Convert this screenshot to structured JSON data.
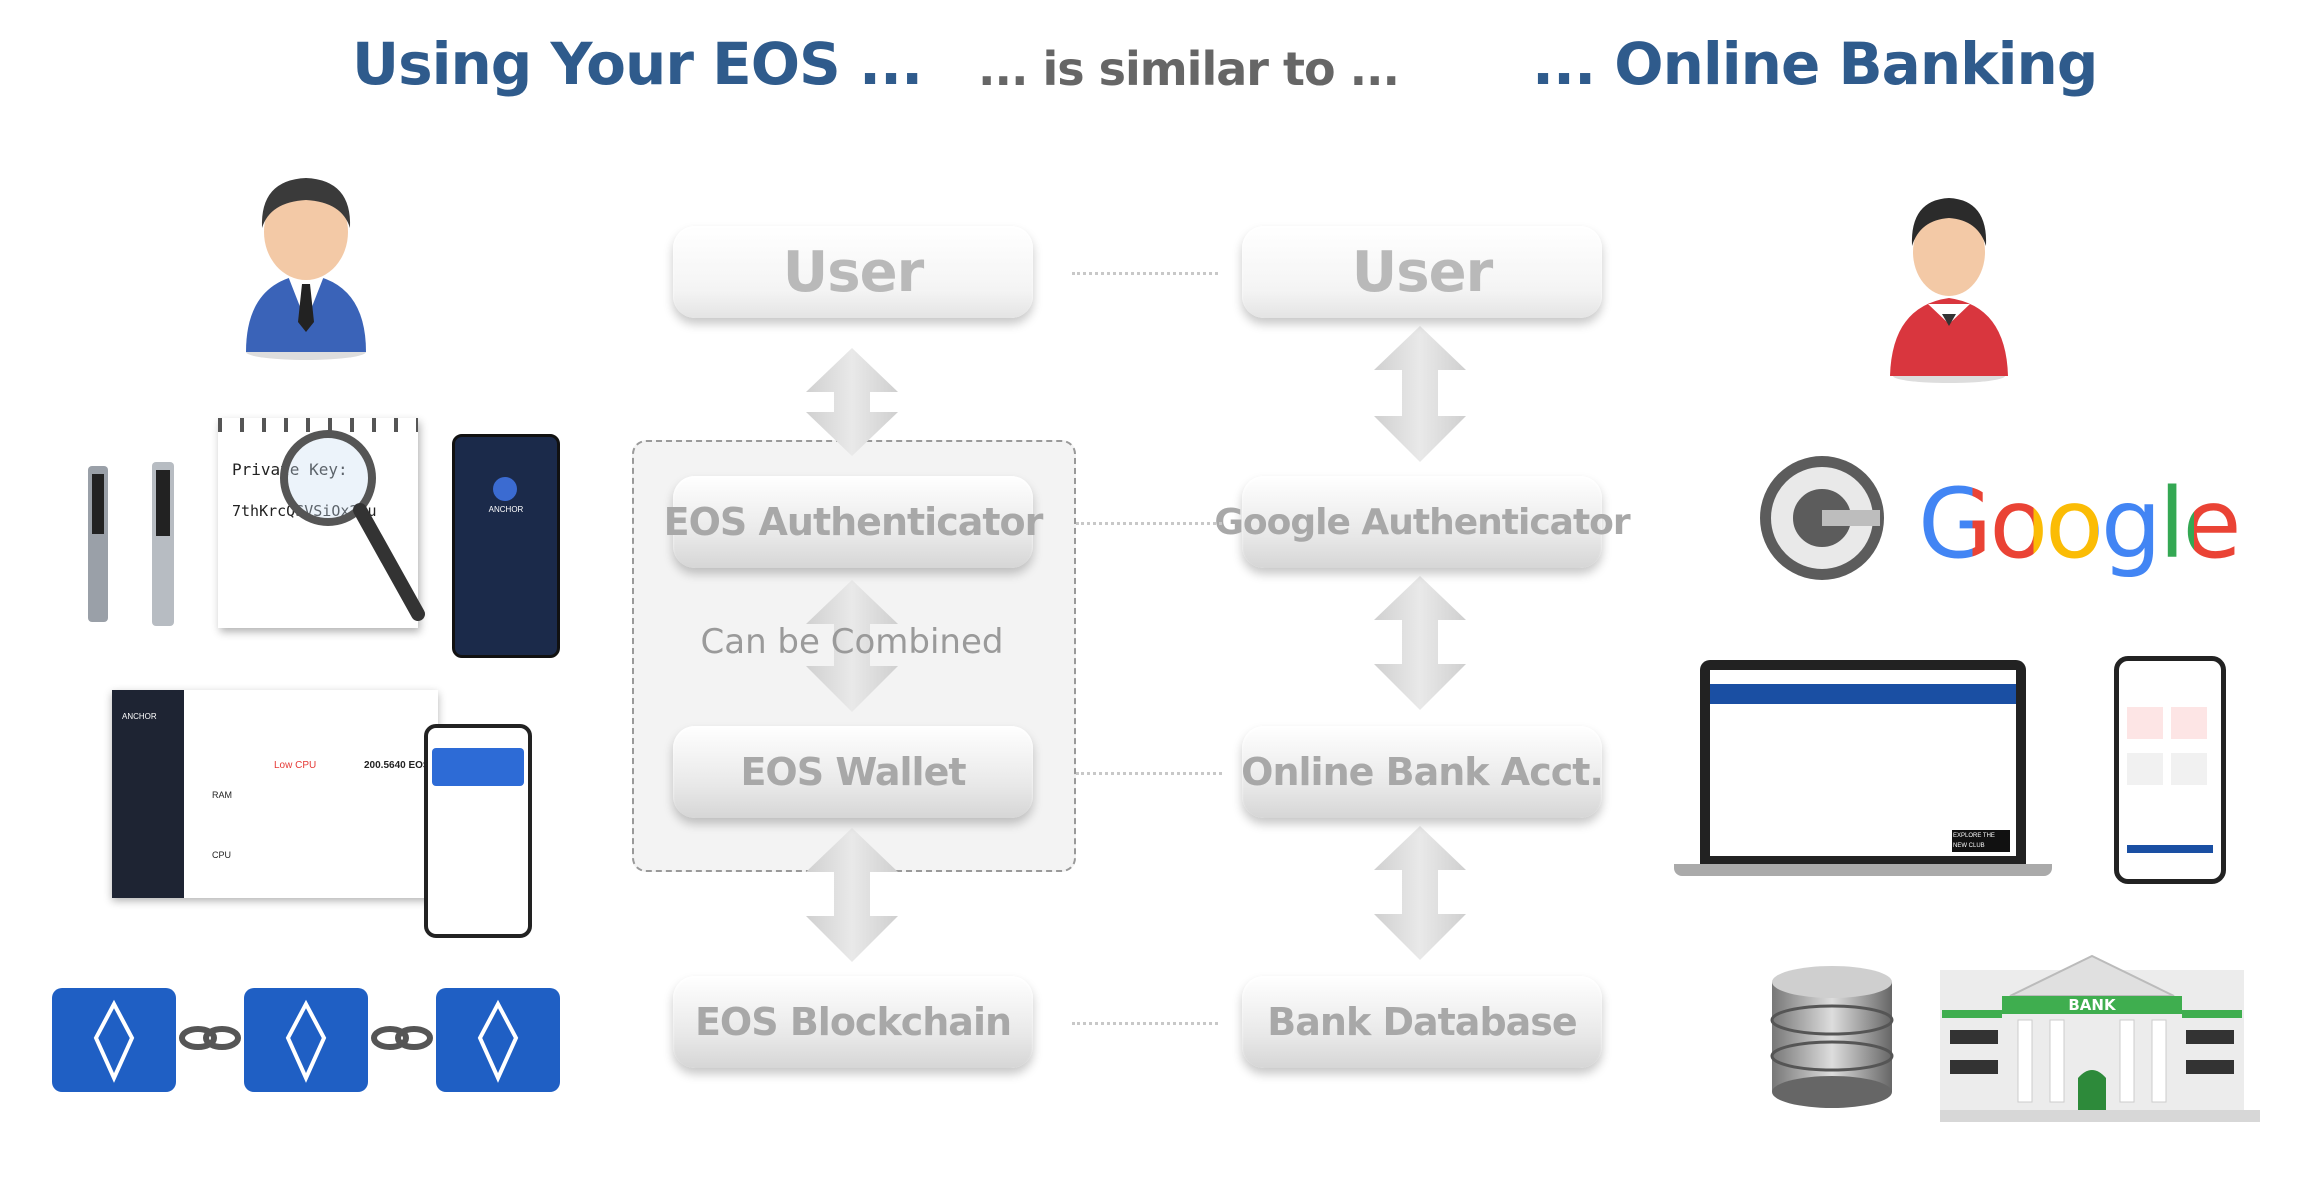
{
  "header": {
    "left": "Using Your EOS ...",
    "center": "... is similar to ...",
    "right": "... Online Banking"
  },
  "left_column": {
    "user": "User",
    "authenticator": "EOS Authenticator",
    "wallet": "EOS Wallet",
    "blockchain": "EOS Blockchain",
    "combined_note": "Can be Combined"
  },
  "right_column": {
    "user": "User",
    "authenticator": "Google Authenticator",
    "account": "Online Bank Acct.",
    "database": "Bank Database"
  },
  "illustrations": {
    "private_key_label": "Private Key:",
    "private_key_value": "7thKrcQSVSiOx2eu",
    "google_logo": "Google",
    "bank_sign": "BANK",
    "anchor_brand": "ANCHOR",
    "laptop_banner": "EXPLORE THE NEW CLUB",
    "resource_low_cpu": "Low CPU",
    "resource_eos": "200.5640 EOS",
    "resource_ram": "RAM",
    "resource_cpu": "CPU"
  },
  "colors": {
    "title_blue": "#2f5b8c",
    "box_text": "#a8a8a8",
    "eos_blue": "#1f5fc4"
  }
}
